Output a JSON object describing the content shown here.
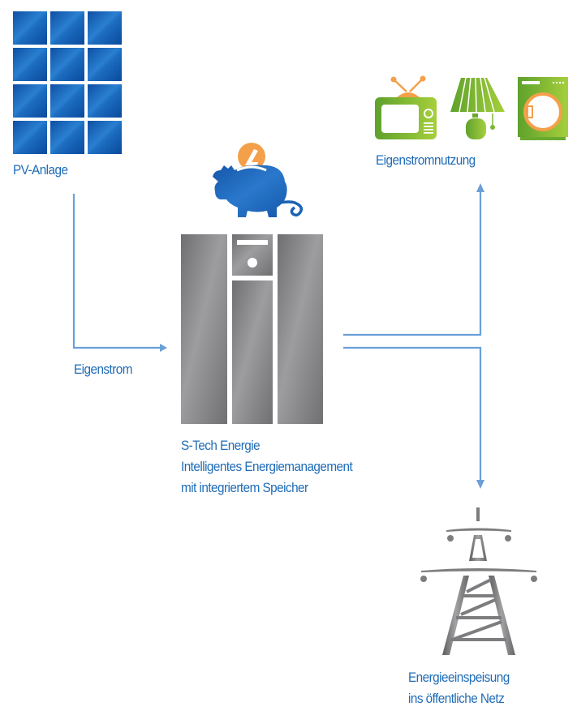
{
  "diagram": {
    "title": "S-Tech Energie Energiefluss",
    "colors": {
      "label_text": "#1f6cb7",
      "arrow": "#6a9fd8",
      "solar_panel": "#1560b0",
      "piggy_bank": "#1a63b4",
      "coin": "#f4a04a",
      "cabinet": "#8a8a8c",
      "appliance_green": "#7ab834",
      "appliance_accent": "#f4a04a",
      "pylon": "#7d7d7f"
    },
    "nodes": {
      "pv": {
        "label": "PV-Anlage",
        "icon": "solar-panel-icon",
        "panel_rows": 4,
        "panel_cols": 3
      },
      "storage": {
        "icon": "energy-storage-cabinet-icon",
        "savings_icon": "piggy-bank-icon",
        "lines": [
          "S-Tech Energie",
          "Intelligentes Energiemanagement",
          "mit integriertem Speicher"
        ]
      },
      "consumption": {
        "label": "Eigenstromnutzung",
        "icons": [
          "tv-icon",
          "lamp-icon",
          "washing-machine-icon"
        ]
      },
      "grid": {
        "icon": "power-pylon-icon",
        "lines": [
          "Energieeinspeisung",
          "ins öffentliche Netz"
        ]
      }
    },
    "edges": [
      {
        "from": "pv",
        "to": "storage",
        "label": "Eigenstrom"
      },
      {
        "from": "storage",
        "to": "consumption",
        "label": ""
      },
      {
        "from": "storage",
        "to": "grid",
        "label": ""
      }
    ]
  }
}
